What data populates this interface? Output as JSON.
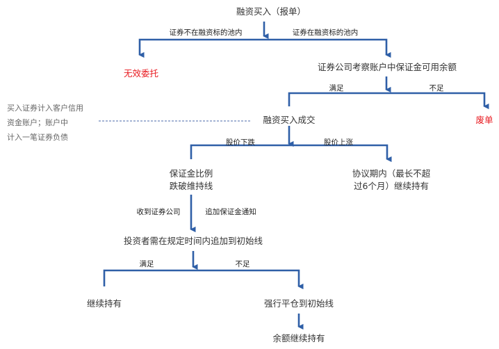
{
  "colors": {
    "arrow": "#2f5fa7",
    "reject": "#e8191f",
    "note": "#666666",
    "dash": "#4a6aa8"
  },
  "nodes": {
    "buy": "融资买入（报单）",
    "invalid": "无效委托",
    "check": "证券公司考察账户中保证金可用余额",
    "filled": "融资买入成交",
    "void": "废单",
    "ratio_line1": "保证金比例",
    "ratio_line2": "跌破维持线",
    "hold_line1": "协议期内（最长不超",
    "hold_line2": "过6个月）继续持有",
    "topup": "投资者需在规定时间内追加到初始线",
    "continue": "继续持有",
    "force": "强行平仓到初始线",
    "remain": "余额继续持有"
  },
  "edges": {
    "not_in_pool": "证券不在融资标的池内",
    "in_pool": "证券在融资标的池内",
    "enough1": "满足",
    "short1": "不足",
    "price_down": "股价下跌",
    "price_up": "股价上涨",
    "received": "收到证券公司",
    "notice": "追加保证金通知",
    "enough2": "满足",
    "short2": "不足"
  },
  "note": {
    "line1": "买入证券计入客户信用",
    "line2": "资金账户；账户中",
    "line3": "计入一笔证券负债"
  }
}
